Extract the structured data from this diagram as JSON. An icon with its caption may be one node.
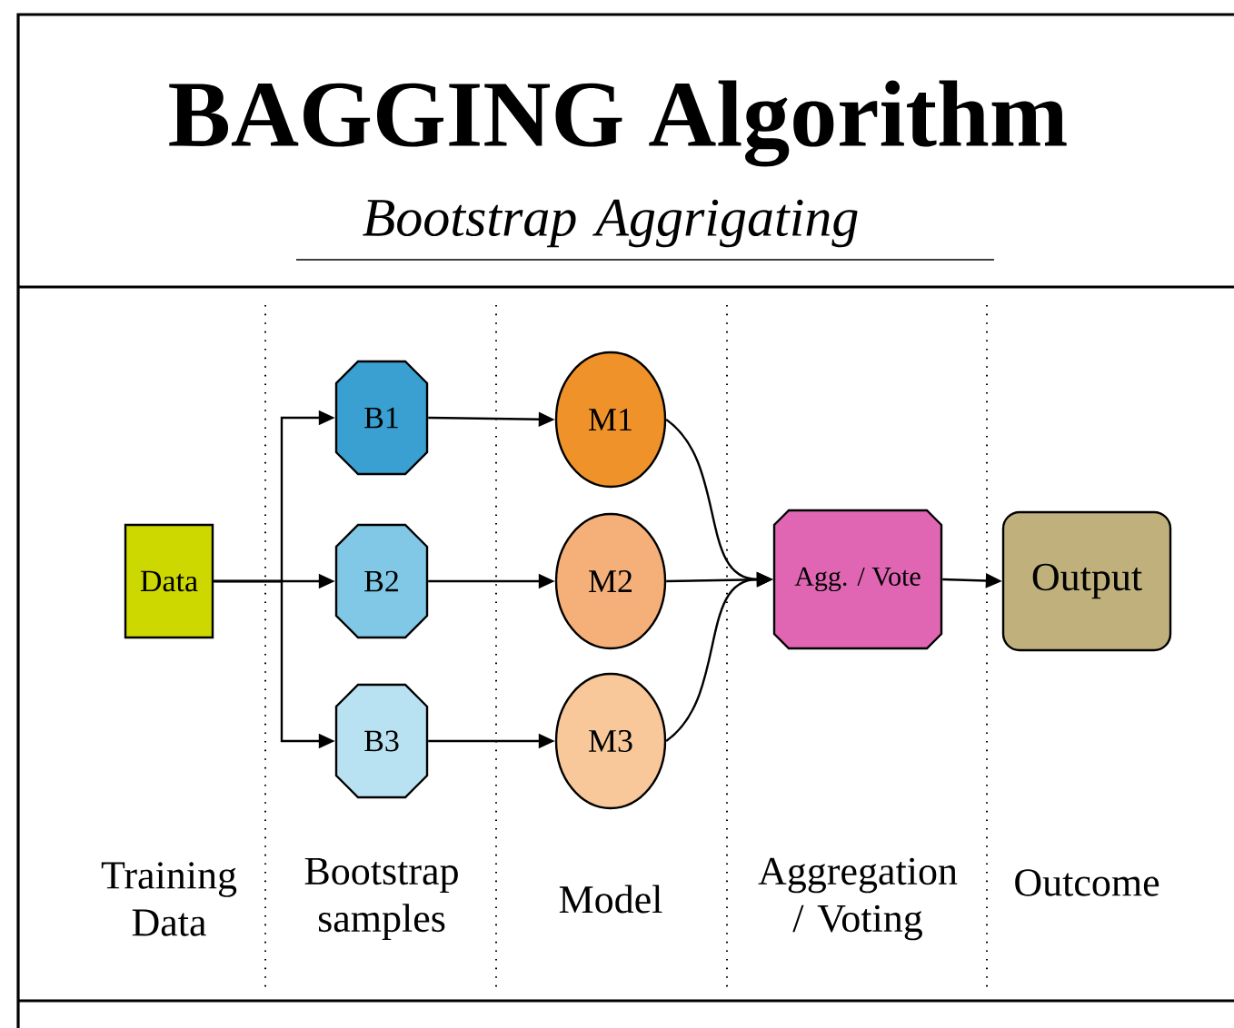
{
  "diagram": {
    "title": "BAGGING Algorithm",
    "nodes": [
      {
        "text": [
          "Data"
        ]
      },
      {
        "text": [
          "B1"
        ]
      },
      {
        "text": [
          "B2"
        ]
      },
      {
        "text": [
          "B3"
        ]
      },
      {
        "text": [
          "M1"
        ]
      },
      {
        "text": [
          "M2"
        ]
      },
      {
        "text": [
          "M3"
        ]
      },
      {
        "text": [
          "Agg. / Vote"
        ]
      },
      {
        "text": [
          "Output"
        ]
      }
    ],
    "edges": [
      {
        "from": 0,
        "to": 1,
        "arrow": "to"
      },
      {
        "from": 0,
        "to": 2,
        "arrow": "to"
      },
      {
        "from": 0,
        "to": 3,
        "arrow": "to"
      },
      {
        "from": 1,
        "to": 4,
        "arrow": "to"
      },
      {
        "from": 2,
        "to": 5,
        "arrow": "to"
      },
      {
        "from": 3,
        "to": 6,
        "arrow": "to"
      },
      {
        "from": 4,
        "to": 7,
        "arrow": "to"
      },
      {
        "from": 5,
        "to": 7,
        "arrow": "to"
      },
      {
        "from": 6,
        "to": 7,
        "arrow": "to"
      },
      {
        "from": 7,
        "to": 8,
        "arrow": "to"
      }
    ],
    "labels": [
      "Bootstrap Aggrigating",
      "Training Data",
      "Bootstrap samples",
      "Model",
      "Aggregation / Voting",
      "Outcome"
    ]
  }
}
